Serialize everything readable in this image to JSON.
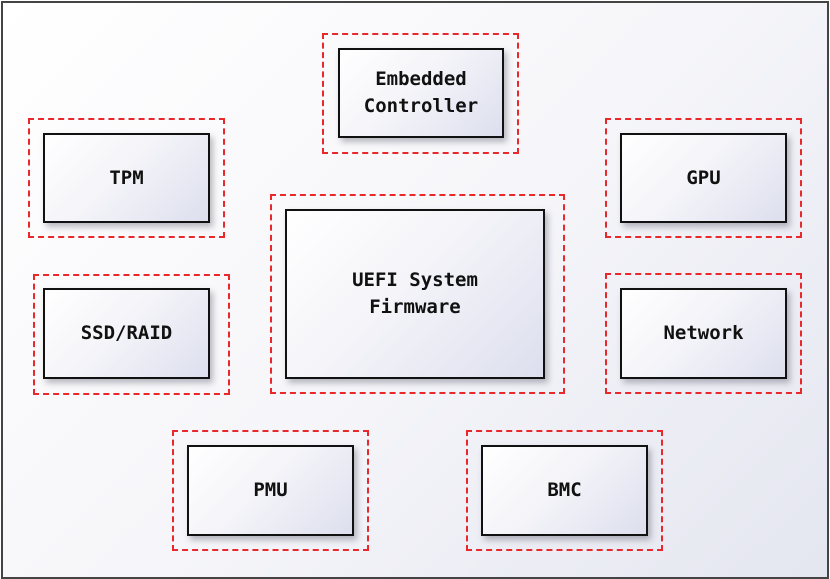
{
  "diagram": {
    "components": {
      "embedded_controller": "Embedded\nController",
      "tpm": "TPM",
      "gpu": "GPU",
      "uefi": "UEFI System\nFirmware",
      "ssd_raid": "SSD/RAID",
      "network": "Network",
      "pmu": "PMU",
      "bmc": "BMC"
    },
    "colors": {
      "boundary": "#e8282b",
      "box_border": "#111111",
      "frame_border": "#444444"
    }
  }
}
